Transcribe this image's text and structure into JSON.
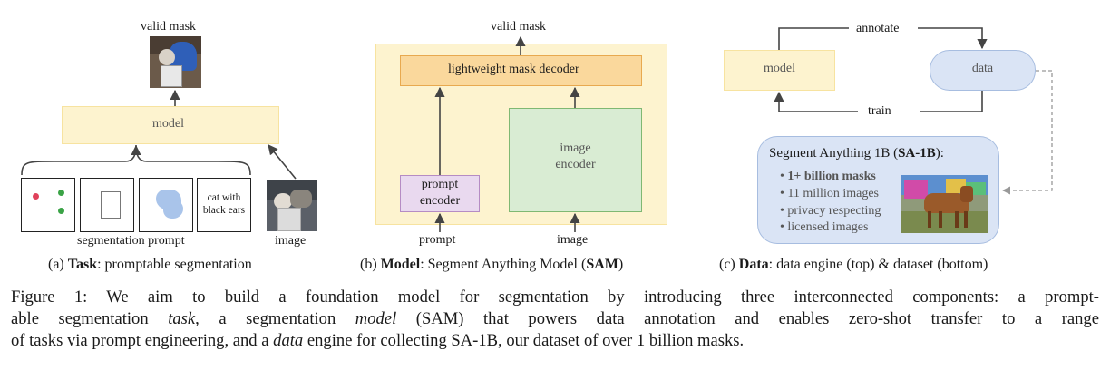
{
  "task_panel": {
    "valid_mask_label": "valid mask",
    "model_label": "model",
    "prompt_text": [
      "cat with",
      "black ears"
    ],
    "segmentation_prompt_label": "segmentation prompt",
    "image_label": "image",
    "caption_bold": "Task",
    "caption_prefix": "(a) ",
    "caption_rest": ": promptable segmentation"
  },
  "model_panel": {
    "valid_mask_label": "valid mask",
    "decoder_label": "lightweight mask decoder",
    "prompt_encoder_label": [
      "prompt",
      "encoder"
    ],
    "image_encoder_label": [
      "image",
      "encoder"
    ],
    "prompt_label": "prompt",
    "image_label": "image",
    "caption_prefix": "(b) ",
    "caption_bold": "Model",
    "caption_mid": ": Segment Anything Model (",
    "caption_bold2": "SAM",
    "caption_end": ")"
  },
  "data_panel": {
    "model_label": "model",
    "data_label": "data",
    "annotate_label": "annotate",
    "train_label": "train",
    "dataset_title_prefix": "Segment Anything 1B (",
    "dataset_title_bold": "SA-1B",
    "dataset_title_end": "):",
    "bullets": [
      "1+ billion masks",
      "11 million images",
      "privacy respecting",
      "licensed images"
    ],
    "caption_prefix": "(c) ",
    "caption_bold": "Data",
    "caption_rest": ": data engine (top) & dataset (bottom)"
  },
  "figure_caption": {
    "line1_a": "Figure 1: We aim to build a foundation model for segmentation by introducing three interconnected components: a prompt-",
    "line2_a": "able segmentation ",
    "line2_task": "task",
    "line2_b": ", a segmentation ",
    "line2_model": "model",
    "line2_c": " (SAM) that powers data annotation and enables zero-shot transfer to a range",
    "line3_a": "of tasks via prompt engineering, and a ",
    "line3_data": "data",
    "line3_b": " engine for collecting SA-1B, our dataset of over 1 billion masks."
  },
  "colors": {
    "model_fill": "#fdf3cf",
    "model_border": "#f7e3a0",
    "decoder_fill": "#fad89c",
    "decoder_border": "#e8a94f",
    "prompt_enc_fill": "#e9d9ef",
    "prompt_enc_border": "#b58cc4",
    "image_enc_fill": "#d9ecd3",
    "image_enc_border": "#7fb873",
    "data_fill": "#dae4f5",
    "data_border": "#a7bde0"
  }
}
